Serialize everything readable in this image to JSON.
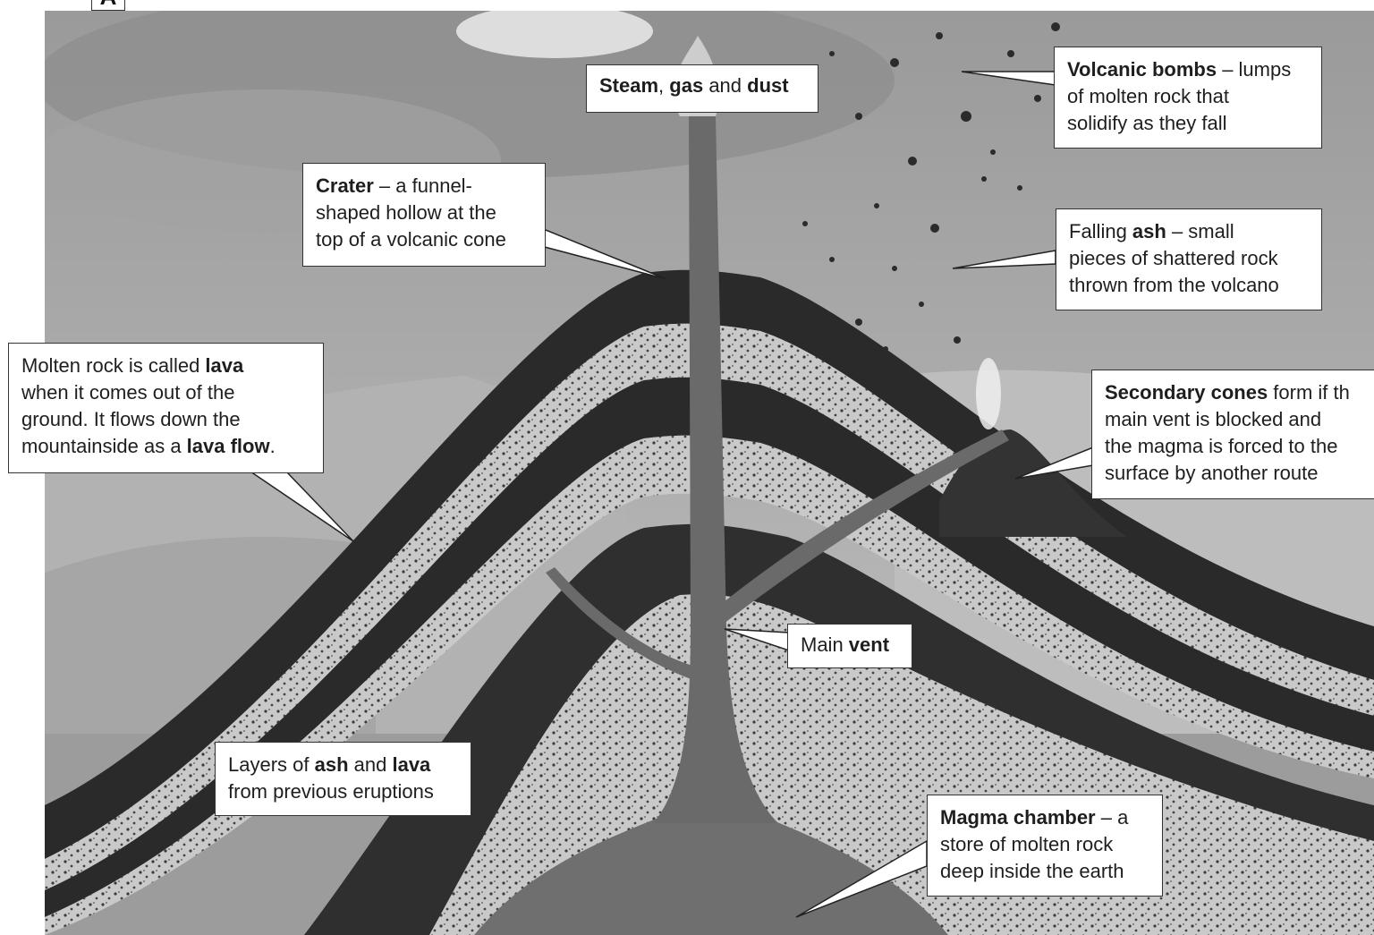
{
  "figure_letter": "A",
  "labels": {
    "steam": [
      "Steam",
      ", ",
      "gas",
      " and ",
      "dust"
    ],
    "bombs": {
      "l1": [
        "Volcanic bombs",
        " – lumps"
      ],
      "l2": "of molten rock that",
      "l3": "solidify as they fall"
    },
    "crater": {
      "l1": [
        "Crater",
        " – a funnel-"
      ],
      "l2": "shaped hollow at the",
      "l3": "top of a volcanic cone"
    },
    "ash": {
      "l1": [
        "Falling ",
        "ash",
        " – small"
      ],
      "l2": "pieces of shattered rock",
      "l3": "thrown from the volcano"
    },
    "lava": {
      "l1": [
        "Molten rock is called ",
        "lava"
      ],
      "l2": "when it comes out of the",
      "l3": "ground. It flows down the",
      "l4": [
        "mountainside as a ",
        "lava flow",
        "."
      ]
    },
    "secondary": {
      "l1": [
        "Secondary cones",
        " form if th"
      ],
      "l2": "main vent is blocked and",
      "l3": "the magma is forced to the",
      "l4": "surface by another route"
    },
    "vent": [
      "Main ",
      "vent"
    ],
    "layers": {
      "l1": [
        "Layers of ",
        "ash",
        " and ",
        "lava"
      ],
      "l2": "from previous eruptions"
    },
    "magma": {
      "l1": [
        "Magma chamber",
        " – a"
      ],
      "l2": "store of molten rock",
      "l3": "deep inside the earth"
    }
  }
}
